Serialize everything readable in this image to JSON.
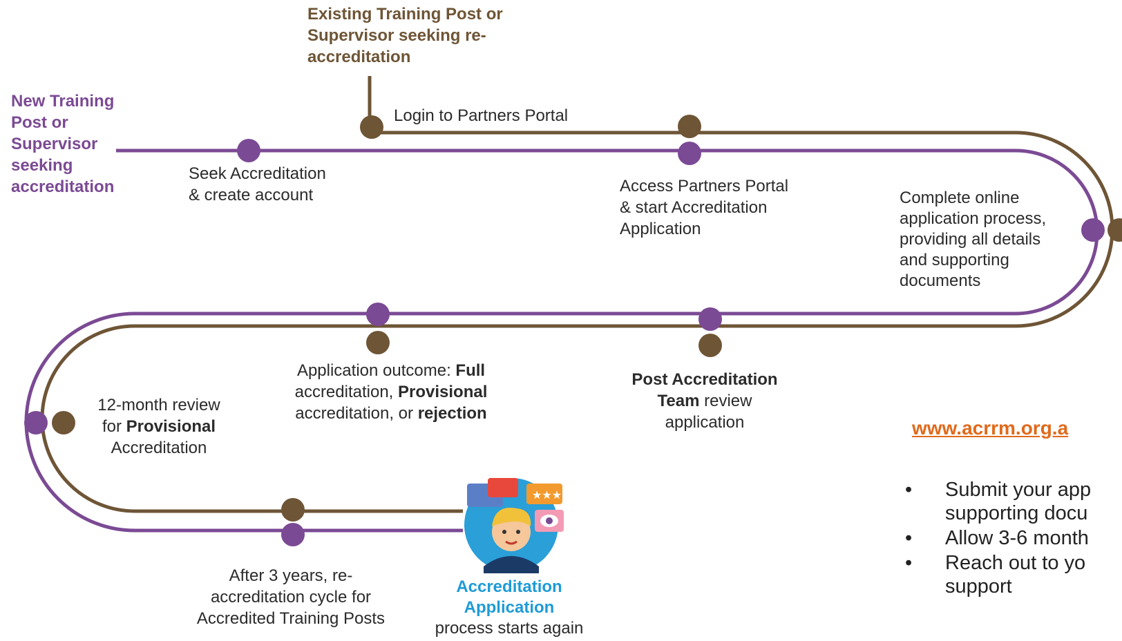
{
  "existing_post": {
    "lines": [
      "Existing Training Post or",
      "Supervisor seeking re-",
      "accreditation"
    ]
  },
  "new_post": {
    "lines": [
      "New Training",
      "Post or",
      "Supervisor",
      "seeking",
      "accreditation"
    ]
  },
  "steps": {
    "login": "Login to Partners Portal",
    "seek": [
      "Seek Accreditation",
      "& create account"
    ],
    "access": [
      "Access Partners Portal",
      "& start Accreditation",
      "Application"
    ],
    "complete": [
      "Complete online",
      "application process,",
      "providing all details",
      "and supporting",
      "documents"
    ],
    "review_team": {
      "bold1": "Post Accreditation",
      "bold2": "Team",
      "rest2": " review",
      "line3": "application"
    },
    "outcome": {
      "l1_pre": "Application outcome: ",
      "l1_bold": "Full",
      "l2_pre": "accreditation, ",
      "l2_bold": "Provisional",
      "l3_pre": "accreditation, or ",
      "l3_bold": "rejection"
    },
    "twelve_month": {
      "line1": "12-month review",
      "l2_pre": "for ",
      "l2_bold": "Provisional",
      "line3": "Accreditation"
    },
    "after_three": [
      "After 3 years, re-",
      "accreditation cycle for",
      "Accredited Training Posts"
    ],
    "restart": {
      "bold1": "Accreditation",
      "bold2": "Application",
      "line3": "process starts again"
    }
  },
  "sidebar": {
    "link": "www.acrrm.org.a",
    "tips": [
      "Submit your app",
      "supporting docu",
      "Allow 3-6 month",
      "Reach out to yo",
      "support"
    ]
  },
  "colors": {
    "purple": "#7b4a94",
    "brown": "#6e5536",
    "link": "#e06a1c",
    "blue": "#1e9bd7"
  }
}
